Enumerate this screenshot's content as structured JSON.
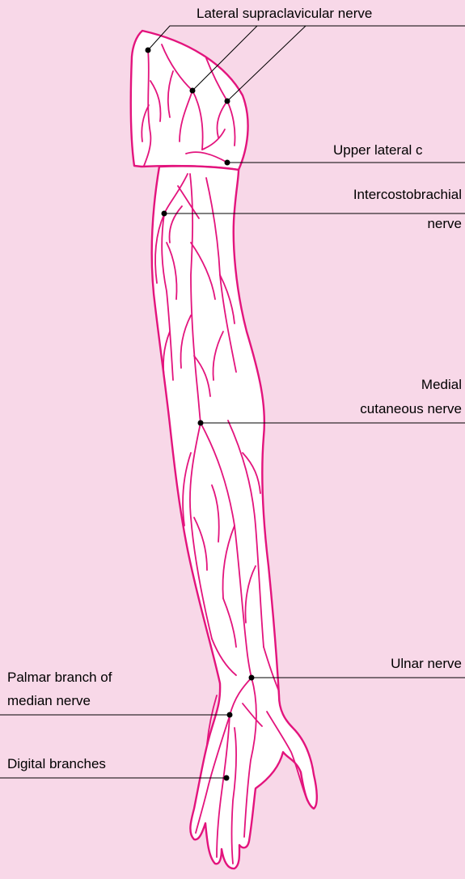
{
  "colors": {
    "background": "#f8d8e8",
    "nerve": "#e3147d",
    "limb_fill": "#ffffff",
    "leader": "#000000"
  },
  "labels": {
    "lateral_supraclavicular": "Lateral supraclavicular nerve",
    "upper_lateral_cutaneous": "Upper lateral c",
    "intercostobrachial_line1": "Intercostobrachial",
    "intercostobrachial_line2": "nerve",
    "medial_cutaneous_line1": "Medial",
    "medial_cutaneous_line2": "cutaneous nerve",
    "ulnar": "Ulnar nerve",
    "palmar_branch_line1": "Palmar branch of",
    "palmar_branch_line2": "median nerve",
    "digital_branches": "Digital branches"
  }
}
